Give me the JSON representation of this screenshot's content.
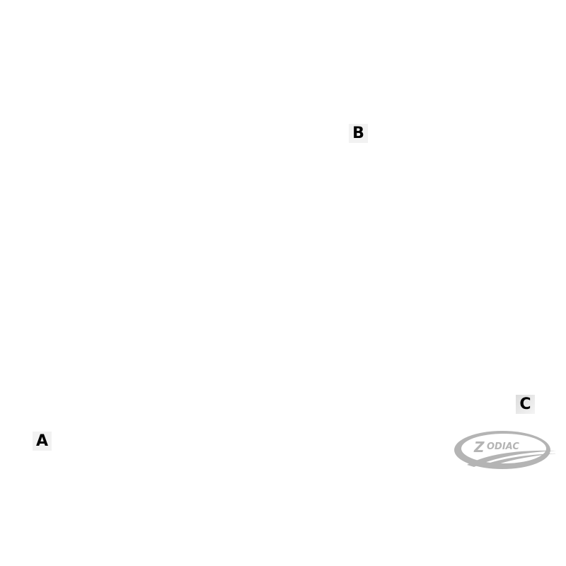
{
  "labels": {
    "a": "A",
    "b": "B",
    "c": "C"
  },
  "logo": {
    "brand": "ZODIAC",
    "color": "#b4b4b4"
  }
}
